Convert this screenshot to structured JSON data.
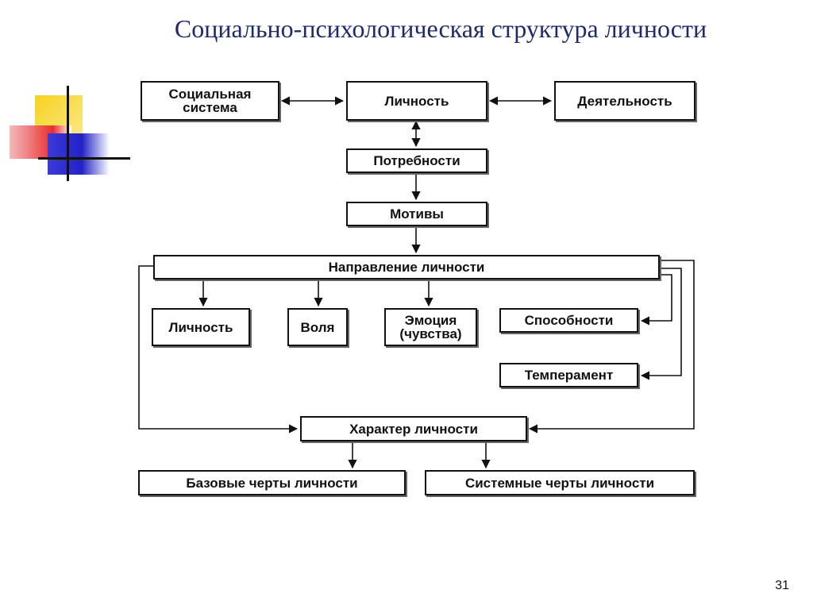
{
  "slide": {
    "title": "Социально-психологическая структура личности",
    "page_number": "31"
  },
  "diagram": {
    "nodes": {
      "social_system": "Социальная\nсистема",
      "personality_top": "Личность",
      "activity": "Деятельность",
      "needs": "Потребности",
      "motives": "Мотивы",
      "direction": "Направление личности",
      "personality": "Личность",
      "will": "Воля",
      "emotion": "Эмоция\n(чувства)",
      "abilities": "Способности",
      "temperament": "Темперамент",
      "character": "Характер личности",
      "basic_traits": "Базовые черты личности",
      "system_traits": "Системные черты личности"
    }
  }
}
